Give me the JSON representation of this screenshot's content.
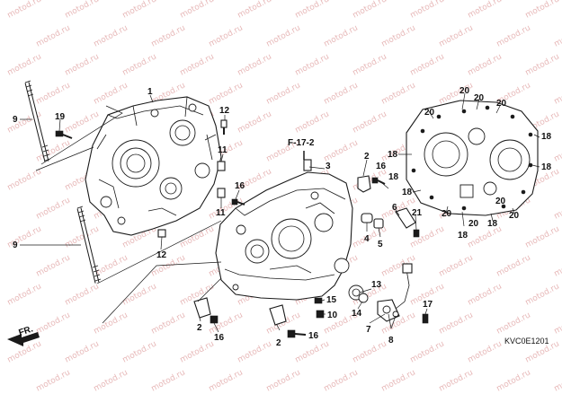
{
  "diagram": {
    "reference": "F-17-2",
    "drawing_code": "KVC0E1201",
    "front_marker": "FR.",
    "watermark": "motod.ru",
    "callouts": {
      "c1": "1",
      "c2a": "2",
      "c2b": "2",
      "c2c": "2",
      "c3": "3",
      "c4": "4",
      "c5": "5",
      "c6": "6",
      "c7": "7",
      "c8": "8",
      "c9a": "9",
      "c9b": "9",
      "c10": "10",
      "c11a": "11",
      "c11b": "11",
      "c12a": "12",
      "c12b": "12",
      "c13": "13",
      "c14": "14",
      "c15": "15",
      "c16a": "16",
      "c16b": "16",
      "c16c": "16",
      "c16d": "16",
      "c17": "17",
      "c18a": "18",
      "c18b": "18",
      "c18c": "18",
      "c18d": "18",
      "c18e": "18",
      "c18f": "18",
      "c18g": "18",
      "c19": "19",
      "c20a": "20",
      "c20b": "20",
      "c20c": "20",
      "c20d": "20",
      "c20e": "20",
      "c20f": "20",
      "c20g": "20",
      "c20h": "20",
      "c21": "21"
    }
  }
}
